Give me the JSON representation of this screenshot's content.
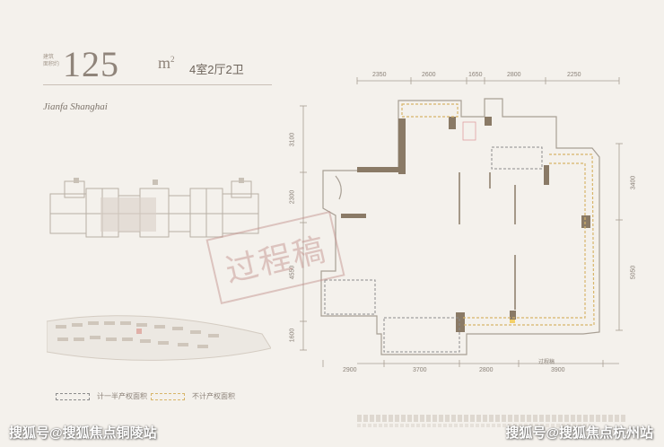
{
  "header": {
    "area_caption_1": "建筑",
    "area_caption_2": "面积约",
    "area_number": "125",
    "area_unit": "m",
    "area_unit_sup": "2",
    "room_config": "4室2厅2卫",
    "project_script": "Jianfa Shanghai"
  },
  "plan": {
    "dims_top": [
      "2350",
      "2600",
      "1650",
      "2800",
      "2250"
    ],
    "dims_bottom": [
      "2900",
      "3700",
      "2800",
      "3900"
    ],
    "dims_left": [
      "3100",
      "2300",
      "4550",
      "1600"
    ],
    "dims_right": [
      "3400",
      "5050"
    ],
    "stamp_text": "过程稿",
    "corner_note": "过程稿"
  },
  "legend": {
    "included_label": "计一半产权面积",
    "excluded_label": "不计产权面积"
  },
  "watermarks": {
    "left": "搜狐号@搜狐焦点铜陵站",
    "right": "搜狐号@搜狐焦点杭州站"
  },
  "colors": {
    "background": "#f4f1ec",
    "wall": "#8a7a66",
    "yellow_dash": "#d8b56a",
    "stamp": "#be8c87"
  }
}
